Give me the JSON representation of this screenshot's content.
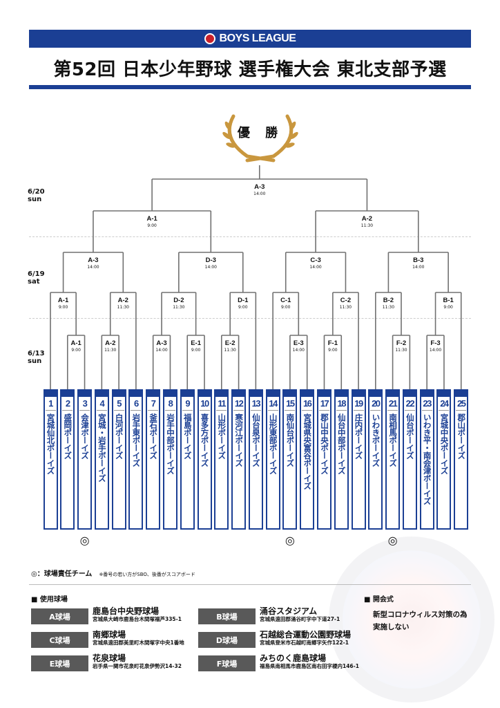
{
  "header": {
    "brand": "BOYS LEAGUE",
    "title": "第52回 日本少年野球 選手権大会 東北支部予選"
  },
  "champion_label": "優 勝",
  "dates": [
    {
      "date": "6/20",
      "day": "sun"
    },
    {
      "date": "6/19",
      "day": "sat"
    },
    {
      "date": "6/13",
      "day": "sun"
    }
  ],
  "bracket": {
    "label": "A-3",
    "time": "14:00",
    "children": [
      {
        "label": "A-1",
        "time": "9:00",
        "children": [
          {
            "label": "A-3",
            "time": "14:00",
            "children": [
              {
                "label": "A-1",
                "time": "9:00",
                "children": [
                  1,
                  {
                    "label": "A-1",
                    "time": "9:00",
                    "children": [
                      2,
                      3
                    ]
                  }
                ]
              },
              {
                "label": "A-2",
                "time": "11:30",
                "children": [
                  {
                    "label": "A-2",
                    "time": "11:30",
                    "children": [
                      4,
                      5
                    ]
                  },
                  6
                ]
              }
            ]
          },
          {
            "label": "D-3",
            "time": "14:00",
            "children": [
              {
                "label": "D-2",
                "time": "11:30",
                "children": [
                  {
                    "label": "A-3",
                    "time": "14:00",
                    "children": [
                      7,
                      8
                    ]
                  },
                  {
                    "label": "E-1",
                    "time": "9:00",
                    "children": [
                      9,
                      10
                    ]
                  }
                ]
              },
              {
                "label": "D-1",
                "time": "9:00",
                "children": [
                  {
                    "label": "E-2",
                    "time": "11:30",
                    "children": [
                      11,
                      12
                    ]
                  },
                  13
                ]
              }
            ]
          }
        ]
      },
      {
        "label": "A-2",
        "time": "11:30",
        "children": [
          {
            "label": "C-3",
            "time": "14:00",
            "children": [
              {
                "label": "C-1",
                "time": "9:00",
                "children": [
                  14,
                  {
                    "label": "E-3",
                    "time": "14:00",
                    "children": [
                      15,
                      16
                    ]
                  }
                ]
              },
              {
                "label": "C-2",
                "time": "11:30",
                "children": [
                  {
                    "label": "F-1",
                    "time": "9:00",
                    "children": [
                      17,
                      18
                    ]
                  },
                  19
                ]
              }
            ]
          },
          {
            "label": "B-3",
            "time": "14:00",
            "children": [
              {
                "label": "B-2",
                "time": "11:30",
                "children": [
                  20,
                  {
                    "label": "F-2",
                    "time": "11:30",
                    "children": [
                      21,
                      22
                    ]
                  }
                ]
              },
              {
                "label": "B-1",
                "time": "9:00",
                "children": [
                  {
                    "label": "F-3",
                    "time": "14:00",
                    "children": [
                      23,
                      24
                    ]
                  },
                  25
                ]
              }
            ]
          }
        ]
      }
    ]
  },
  "teams": [
    {
      "no": "1",
      "name": "宮城仙北ボーイズ"
    },
    {
      "no": "2",
      "name": "盛岡ボーイズ"
    },
    {
      "no": "3",
      "name": "会津ボーイズ",
      "host": true
    },
    {
      "no": "4",
      "name": "宮城・岩手ボーイズ"
    },
    {
      "no": "5",
      "name": "白河ボーイズ"
    },
    {
      "no": "6",
      "name": "岩手東ボーイズ"
    },
    {
      "no": "7",
      "name": "釜石ボーイズ"
    },
    {
      "no": "8",
      "name": "岩手中部ボーイズ"
    },
    {
      "no": "9",
      "name": "福島ボーイズ"
    },
    {
      "no": "10",
      "name": "喜多方ボーイズ"
    },
    {
      "no": "11",
      "name": "山形ボーイズ"
    },
    {
      "no": "12",
      "name": "寒河江ボーイズ"
    },
    {
      "no": "13",
      "name": "仙台泉ボーイズ"
    },
    {
      "no": "14",
      "name": "山形東部ボーイズ"
    },
    {
      "no": "15",
      "name": "南仙台ボーイズ",
      "host": true
    },
    {
      "no": "16",
      "name": "宮城県央富谷ボーイズ"
    },
    {
      "no": "17",
      "name": "郡山中央ボーイズ"
    },
    {
      "no": "18",
      "name": "仙台中部ボーイズ"
    },
    {
      "no": "19",
      "name": "庄内ボーイズ"
    },
    {
      "no": "20",
      "name": "いわきボーイズ"
    },
    {
      "no": "21",
      "name": "南相馬ボーイズ",
      "host": true
    },
    {
      "no": "22",
      "name": "仙台ボーイズ"
    },
    {
      "no": "23",
      "name": "いわき平・南会津ボーイズ"
    },
    {
      "no": "24",
      "name": "宮城中央ボーイズ"
    },
    {
      "no": "25",
      "name": "郡山ボーイズ"
    }
  ],
  "host_mark": "◎",
  "legend": {
    "text": "◎：球場責任チーム",
    "note": "※番号の若い方がSBO、後番がスコアボード"
  },
  "venues_title": "■ 使用球場",
  "venues": [
    {
      "badge": "A球場",
      "name": "鹿島台中央野球場",
      "addr": "宮城県大崎市鹿島台木間塚福芦335-1"
    },
    {
      "badge": "B球場",
      "name": "涌谷スタジアム",
      "addr": "宮城県遠田郡涌谷町字中下道27-1"
    },
    {
      "badge": "C球場",
      "name": "南郷球場",
      "addr": "宮城県遠田郡美里町木間塚字中央1番地"
    },
    {
      "badge": "D球場",
      "name": "石越総合運動公園野球場",
      "addr": "宮城県登米市石越町南郷字矢作122-1"
    },
    {
      "badge": "E球場",
      "name": "花泉球場",
      "addr": "岩手県一関市花泉町花泉伊勢沢14-32"
    },
    {
      "badge": "F球場",
      "name": "みちのく鹿島球場",
      "addr": "福島県南相馬市鹿島区南右田字榎内146-1"
    }
  ],
  "ceremony": {
    "title": "■ 開会式",
    "lines": [
      "新型コロナウィルス対策の為",
      "実施しない"
    ]
  },
  "colors": {
    "navy": "#1b3f94",
    "line": "#707070",
    "gold": "#c9973e",
    "badge": "#595959"
  }
}
